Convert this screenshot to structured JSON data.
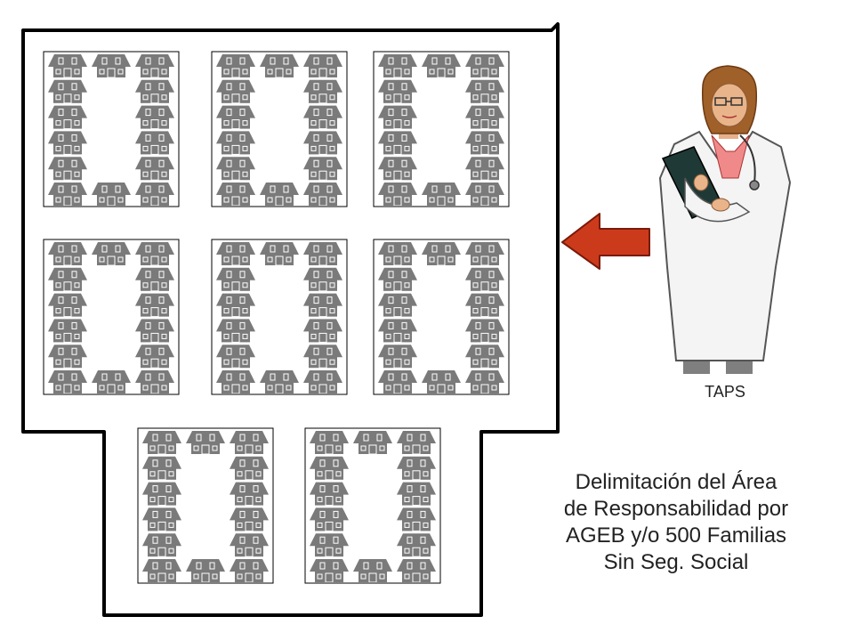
{
  "figure": {
    "person_label": "TAPS",
    "caption_lines": [
      "Delimitación del Área",
      "de Responsabilidad por",
      "AGEB y/o 500 Familias",
      "Sin Seg. Social"
    ],
    "blocks": [
      {
        "name": "block-1",
        "houses_per_column": 6
      },
      {
        "name": "block-2",
        "houses_per_column": 6
      },
      {
        "name": "block-3",
        "houses_per_column": 6
      },
      {
        "name": "block-4",
        "houses_per_column": 6
      },
      {
        "name": "block-5",
        "houses_per_column": 6
      },
      {
        "name": "block-6",
        "houses_per_column": 6
      },
      {
        "name": "block-7",
        "houses_per_column": 6
      },
      {
        "name": "block-8",
        "houses_per_column": 6
      }
    ],
    "colors": {
      "house": "#7a7a7a",
      "arrow": "#cc3a1c",
      "outline": "#000000",
      "coat": "#f4f4f4",
      "hair": "#a0602a"
    }
  }
}
